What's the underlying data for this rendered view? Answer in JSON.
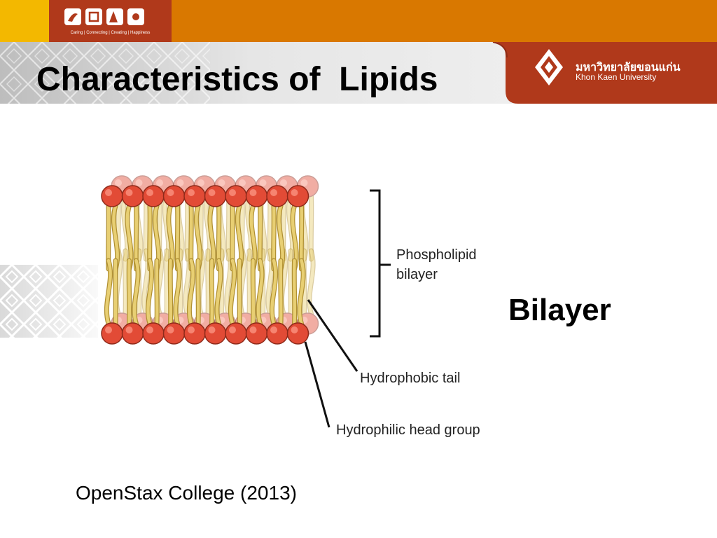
{
  "header": {
    "tagline": "Caring | Connecting | Creating | Happiness",
    "title": "Characteristics of  Lipids",
    "university_th": "มหาวิทยาลัยขอนแก่น",
    "university_en": "Khon Kaen University"
  },
  "diagram": {
    "label_bilayer_line1": "Phospholipid",
    "label_bilayer_line2": "bilayer",
    "label_tail": "Hydrophobic tail",
    "label_head": "Hydrophilic head group"
  },
  "side_label": "Bilayer",
  "citation": "OpenStax College (2013)",
  "colors": {
    "top_bar": "#d97800",
    "top_bar_accent": "#f3b800",
    "brand_red": "#b0391b",
    "head": "#e24b36",
    "tail": "#e8cf73"
  }
}
